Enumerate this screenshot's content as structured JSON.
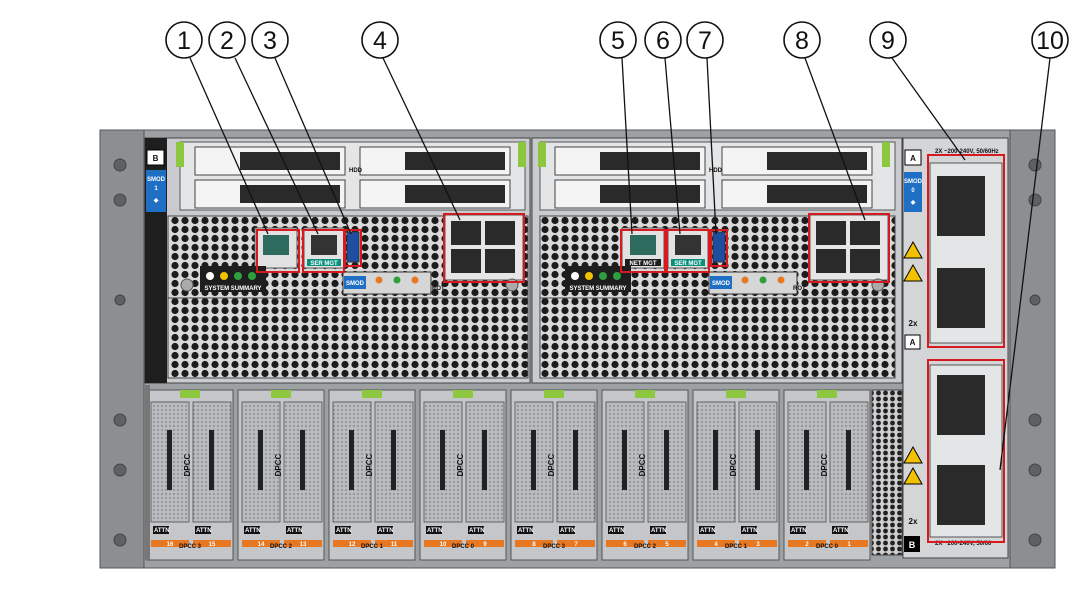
{
  "callouts": [
    {
      "number": "1"
    },
    {
      "number": "2"
    },
    {
      "number": "3"
    },
    {
      "number": "4"
    },
    {
      "number": "5"
    },
    {
      "number": "6"
    },
    {
      "number": "7"
    },
    {
      "number": "8"
    },
    {
      "number": "9"
    },
    {
      "number": "10"
    }
  ],
  "modules": {
    "left": {
      "letter": "B",
      "smod_name": "SMOD",
      "smod_num": "1",
      "status_label": "SMOD"
    },
    "right": {
      "letter": "A",
      "smod_name": "SMOD",
      "smod_num": "0",
      "status_label": "SMOD"
    }
  },
  "port_labels": {
    "net_mgt": "NET MGT",
    "ser_mgt": "SER MGT",
    "system_summary": "SYSTEM SUMMARY",
    "rot": "ROT",
    "hdd": "HDD"
  },
  "dpcc": {
    "card_label": "DPCC",
    "attn": "ATTN",
    "bottom_labels": [
      "DPCC 3",
      "DPCC 2",
      "DPCC 1",
      "DPCC 0",
      "DPCC 3",
      "DPCC 2",
      "DPCC 1",
      "DPCC 0"
    ],
    "slot_numbers": [
      "16",
      "15",
      "14",
      "13",
      "12",
      "11",
      "10",
      "9",
      "8",
      "7",
      "6",
      "5",
      "4",
      "3",
      "2",
      "1"
    ]
  },
  "power": {
    "rating_top": "2X ~200-240V, 50/60Hz",
    "rating_bottom": "2X ~200-240V, 50/60",
    "letter_a": "A",
    "letter_b": "B",
    "count": "2x"
  },
  "colors": {
    "highlight": "#d71920",
    "smod_blue": "#1f6fc5",
    "green_tab": "#8dc63f",
    "orange": "#e87722",
    "chassis": "#8a8d90"
  }
}
